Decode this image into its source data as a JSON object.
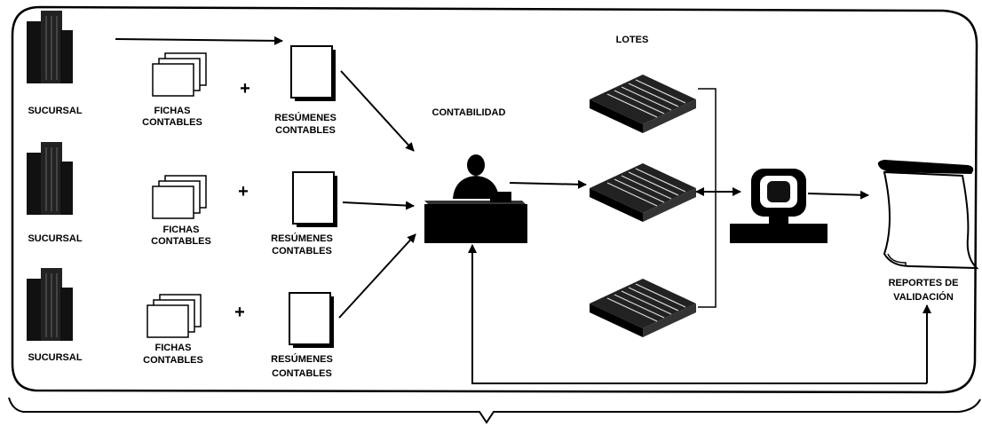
{
  "labels": {
    "sucursal": "SUCURSAL",
    "fichas_line1": "FICHAS",
    "fichas_line2": "CONTABLES",
    "resumenes_line1": "RESÚMENES",
    "resumenes_line2": "CONTABLES",
    "plus": "+",
    "contabilidad": "CONTABILIDAD",
    "lotes": "LOTES",
    "reportes_line1": "REPORTES DE",
    "reportes_line2": "VALIDACIÓN"
  },
  "rows": [
    {
      "id": "row-1"
    },
    {
      "id": "row-2"
    },
    {
      "id": "row-3"
    }
  ]
}
